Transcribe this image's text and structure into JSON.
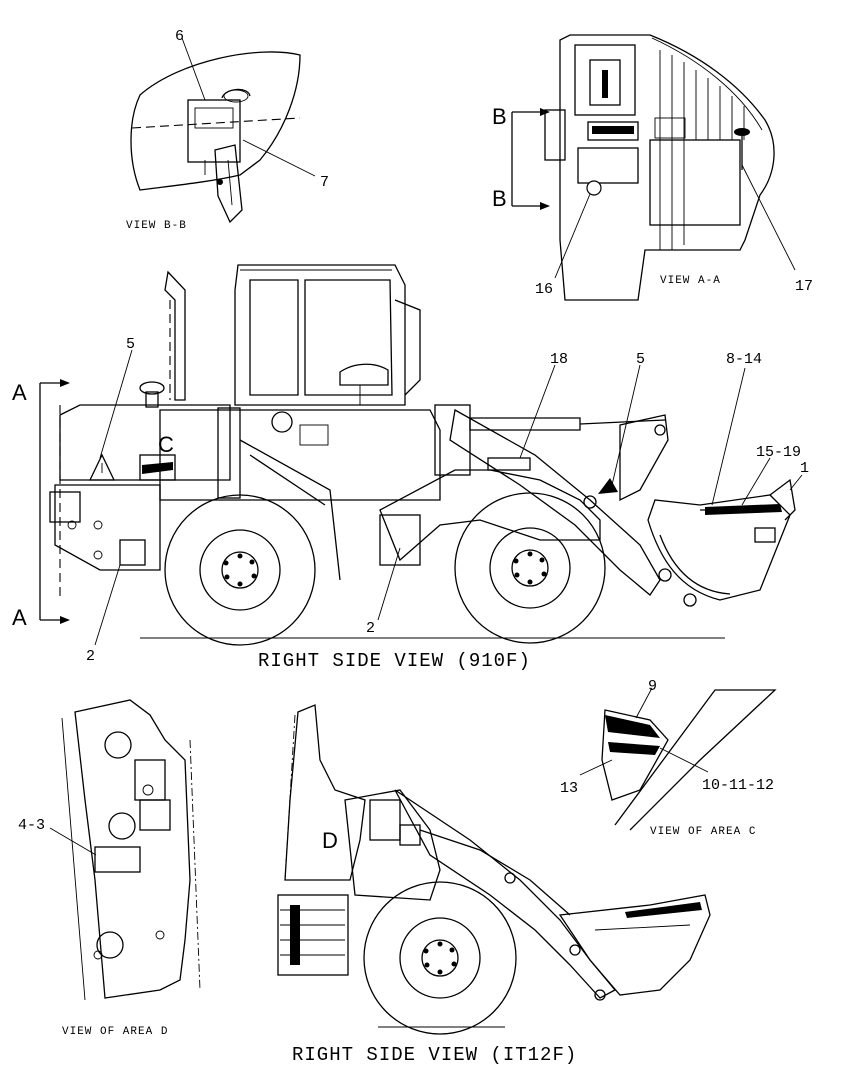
{
  "views": {
    "view_bb": "VIEW B-B",
    "view_aa": "VIEW A-A",
    "right_side_910f": "RIGHT SIDE VIEW (910F)",
    "view_area_c": "VIEW OF AREA C",
    "view_area_d": "VIEW OF AREA D",
    "right_side_it12f": "RIGHT SIDE VIEW (IT12F)"
  },
  "section_marks": {
    "b_top": "B",
    "b_bottom": "B",
    "a_top": "A",
    "a_bottom": "A",
    "area_c": "C",
    "area_d": "D"
  },
  "callouts": {
    "c6": "6",
    "c7": "7",
    "c16": "16",
    "c17": "17",
    "c5_left": "5",
    "c18": "18",
    "c5_right": "5",
    "c8_14": "8-14",
    "c15_19": "15-19",
    "c1": "1",
    "c2_left": "2",
    "c2_mid": "2",
    "c9": "9",
    "c13": "13",
    "c10_11_12": "10-11-12",
    "c4_3": "4-3"
  }
}
